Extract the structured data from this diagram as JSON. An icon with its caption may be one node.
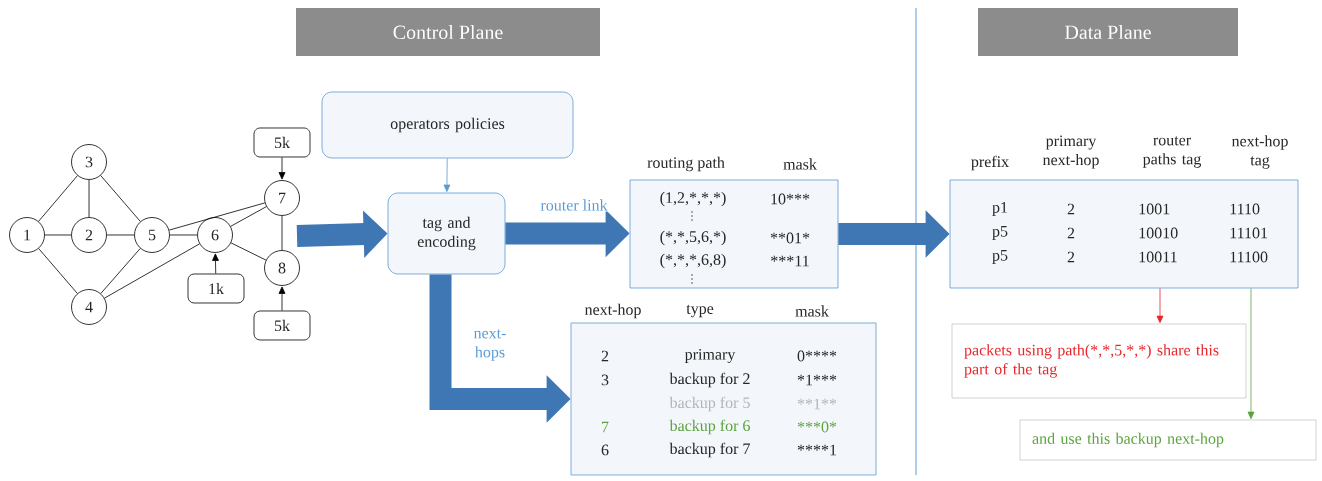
{
  "diagram": {
    "nodes": [
      {
        "text": [
          "1"
        ]
      },
      {
        "text": [
          "3"
        ]
      },
      {
        "text": [
          "2"
        ]
      },
      {
        "text": [
          "4"
        ]
      },
      {
        "text": [
          "5"
        ]
      },
      {
        "text": [
          "6"
        ]
      },
      {
        "text": [
          "7"
        ]
      },
      {
        "text": [
          "8"
        ]
      },
      {
        "text": [
          "5k"
        ]
      },
      {
        "text": [
          "1k"
        ]
      },
      {
        "text": [
          "5k"
        ]
      },
      {
        "text": [
          "operators policies"
        ]
      },
      {
        "text": [
          "tag and encoding"
        ]
      },
      {
        "text": [
          "routing path",
          "mask",
          "(1,2,*,*,*)",
          "10***",
          "(*,*,5,6,*)",
          "**01*",
          "(*,*,*,6,8)",
          "***11"
        ]
      },
      {
        "text": [
          "next-hop",
          "type",
          "mask",
          "2",
          "primary",
          "0****",
          "3",
          "backup for 2",
          "*1***",
          "backup for 5",
          "**1**",
          "7",
          "backup for 6",
          "***0*",
          "6",
          "backup for 7",
          "****1"
        ]
      },
      {
        "text": [
          "prefix",
          "primary next-hop",
          "router paths tag",
          "next-hop tag",
          "p1",
          "2",
          "1001",
          "1110",
          "p5",
          "2",
          "10010",
          "11101",
          "p5",
          "2",
          "10011",
          "11100"
        ]
      },
      {
        "text": [
          "packets using path(*,*,5,*,*) share this part of the tag"
        ]
      },
      {
        "text": [
          "and use this backup next-hop"
        ]
      },
      {
        "text": [
          "Control Plane"
        ]
      },
      {
        "text": [
          "Data Plane"
        ]
      }
    ],
    "edges": [
      {
        "from": 0,
        "to": 1,
        "arrow": "none"
      },
      {
        "from": 0,
        "to": 2,
        "arrow": "none"
      },
      {
        "from": 0,
        "to": 3,
        "arrow": "none"
      },
      {
        "from": 1,
        "to": 2,
        "arrow": "none"
      },
      {
        "from": 1,
        "to": 4,
        "arrow": "none"
      },
      {
        "from": 2,
        "to": 4,
        "arrow": "none"
      },
      {
        "from": 4,
        "to": 5,
        "arrow": "none"
      },
      {
        "from": 4,
        "to": 6,
        "arrow": "none"
      },
      {
        "from": 3,
        "to": 4,
        "arrow": "none"
      },
      {
        "from": 3,
        "to": 5,
        "arrow": "none"
      },
      {
        "from": 5,
        "to": 6,
        "arrow": "none"
      },
      {
        "from": 5,
        "to": 7,
        "arrow": "none"
      },
      {
        "from": 6,
        "to": 7,
        "arrow": "none"
      },
      {
        "from": 8,
        "to": 6,
        "arrow": "to"
      },
      {
        "from": 9,
        "to": 5,
        "arrow": "to"
      },
      {
        "from": 10,
        "to": 7,
        "arrow": "to"
      },
      {
        "from": null,
        "to": 12,
        "arrow": "to",
        "style": "thick",
        "color": "#3f76b4"
      },
      {
        "from": 11,
        "to": 12,
        "arrow": "to",
        "color": "#5b9bd5"
      },
      {
        "from": 12,
        "to": 13,
        "arrow": "to",
        "label": "router link",
        "style": "thick",
        "color": "#3f76b4"
      },
      {
        "from": 12,
        "to": 14,
        "arrow": "to",
        "label": "next-hops",
        "style": "thick",
        "color": "#3f76b4"
      },
      {
        "from": 13,
        "to": 15,
        "arrow": "to",
        "style": "thick",
        "color": "#3f76b4"
      },
      {
        "from": 15,
        "to": 16,
        "arrow": "to",
        "color": "#e8262b"
      },
      {
        "from": 15,
        "to": 17,
        "arrow": "to",
        "color": "#5aa33c"
      }
    ]
  }
}
